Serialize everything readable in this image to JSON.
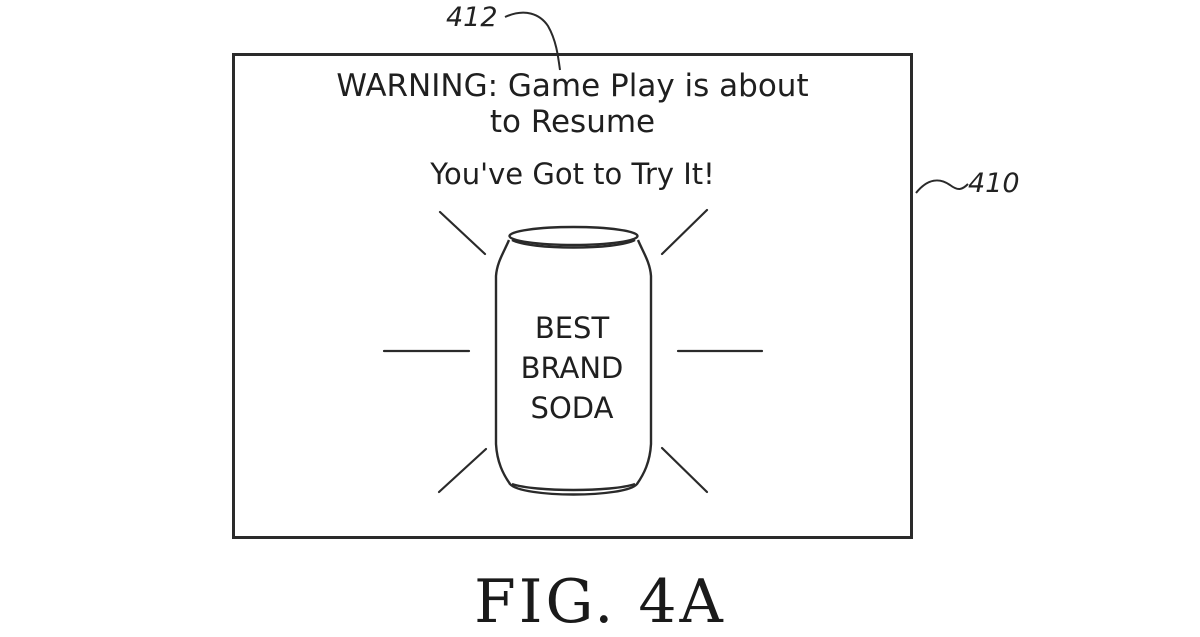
{
  "reference_numerals": {
    "message": "412",
    "screen": "410"
  },
  "screen": {
    "warning_line1": "WARNING: Game Play is about",
    "warning_line2": "to Resume",
    "tagline": "You've Got to Try It!",
    "can_label_line1": "BEST",
    "can_label_line2": "BRAND",
    "can_label_line3": "SODA"
  },
  "figure": {
    "caption": "FIG. 4A"
  },
  "colors": {
    "line": "#2a2a2a",
    "text": "#1f1f1f",
    "background": "#ffffff"
  }
}
